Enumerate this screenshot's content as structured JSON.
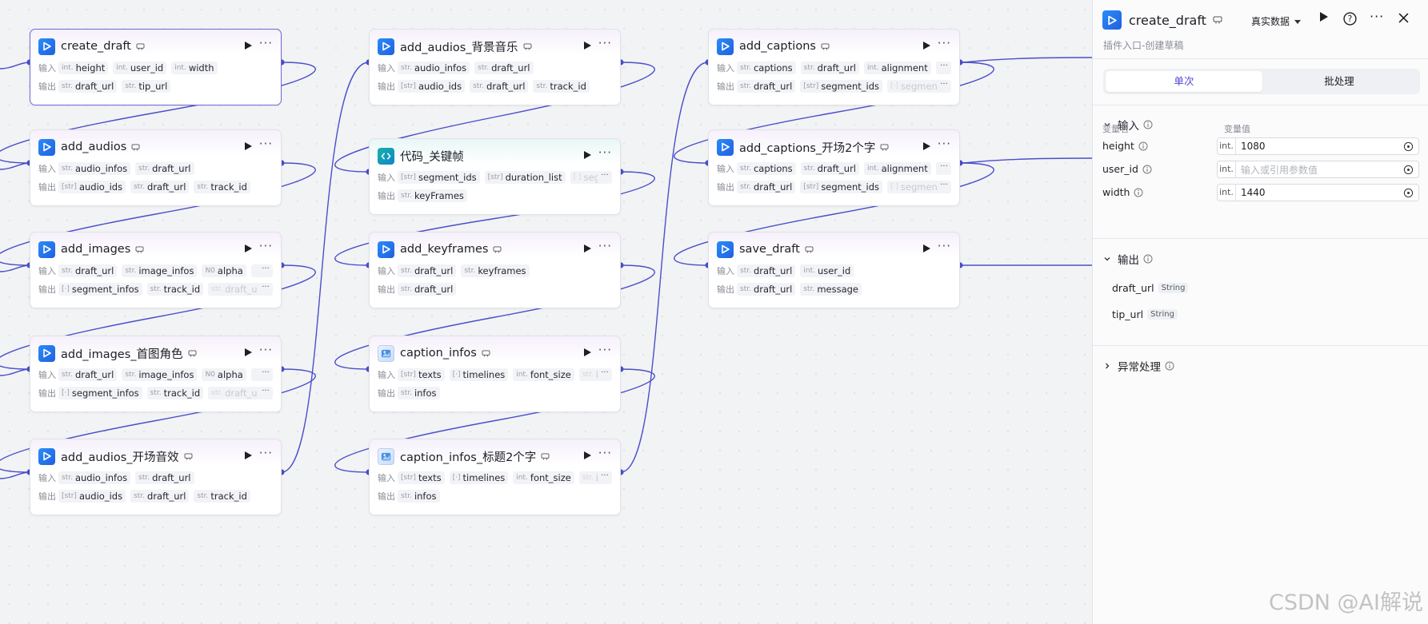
{
  "canvas": {
    "nodes": [
      {
        "id": "n1",
        "title": "create_draft",
        "kind": "plugin",
        "selected": true,
        "inputs": [
          {
            "t": "int.",
            "n": "height"
          },
          {
            "t": "int.",
            "n": "user_id"
          },
          {
            "t": "int.",
            "n": "width"
          }
        ],
        "outputs": [
          {
            "t": "str.",
            "n": "draft_url"
          },
          {
            "t": "str.",
            "n": "tip_url"
          }
        ]
      },
      {
        "id": "n2",
        "title": "add_audios",
        "kind": "plugin",
        "inputs": [
          {
            "t": "str.",
            "n": "audio_infos"
          },
          {
            "t": "str.",
            "n": "draft_url"
          }
        ],
        "outputs": [
          {
            "t": "[str]",
            "n": "audio_ids"
          },
          {
            "t": "str.",
            "n": "draft_url"
          },
          {
            "t": "str.",
            "n": "track_id"
          }
        ]
      },
      {
        "id": "n3",
        "title": "add_images",
        "kind": "plugin",
        "inputs": [
          {
            "t": "str.",
            "n": "draft_url"
          },
          {
            "t": "str.",
            "n": "image_infos"
          },
          {
            "t": "N0",
            "n": "alpha"
          },
          {
            "t": "",
            "n": "",
            "fade": true
          }
        ],
        "outputs": [
          {
            "t": "[·]",
            "n": "segment_infos"
          },
          {
            "t": "str.",
            "n": "track_id"
          },
          {
            "t": "str.",
            "n": "draft_u",
            "fade": true
          }
        ],
        "in_more": true,
        "out_more": true
      },
      {
        "id": "n4",
        "title": "add_images_首图角色",
        "kind": "plugin",
        "inputs": [
          {
            "t": "str.",
            "n": "draft_url"
          },
          {
            "t": "str.",
            "n": "image_infos"
          },
          {
            "t": "N0",
            "n": "alpha"
          },
          {
            "t": "",
            "n": "",
            "fade": true
          }
        ],
        "outputs": [
          {
            "t": "[·]",
            "n": "segment_infos"
          },
          {
            "t": "str.",
            "n": "track_id"
          },
          {
            "t": "str.",
            "n": "draft_u",
            "fade": true
          }
        ],
        "in_more": true,
        "out_more": true
      },
      {
        "id": "n5",
        "title": "add_audios_开场音效",
        "kind": "plugin",
        "inputs": [
          {
            "t": "str.",
            "n": "audio_infos"
          },
          {
            "t": "str.",
            "n": "draft_url"
          }
        ],
        "outputs": [
          {
            "t": "[str]",
            "n": "audio_ids"
          },
          {
            "t": "str.",
            "n": "draft_url"
          },
          {
            "t": "str.",
            "n": "track_id"
          }
        ]
      },
      {
        "id": "n6",
        "title": "add_audios_背景音乐",
        "kind": "plugin",
        "inputs": [
          {
            "t": "str.",
            "n": "audio_infos"
          },
          {
            "t": "str.",
            "n": "draft_url"
          }
        ],
        "outputs": [
          {
            "t": "[str]",
            "n": "audio_ids"
          },
          {
            "t": "str.",
            "n": "draft_url"
          },
          {
            "t": "str.",
            "n": "track_id"
          }
        ]
      },
      {
        "id": "n7",
        "title": "代码_关键帧",
        "kind": "code",
        "inputs": [
          {
            "t": "[str]",
            "n": "segment_ids"
          },
          {
            "t": "[str]",
            "n": "duration_list"
          },
          {
            "t": "[·]",
            "n": "segm",
            "fade": true
          }
        ],
        "outputs": [
          {
            "t": "str.",
            "n": "keyFrames"
          }
        ],
        "in_more": true
      },
      {
        "id": "n8",
        "title": "add_keyframes",
        "kind": "plugin",
        "inputs": [
          {
            "t": "str.",
            "n": "draft_url"
          },
          {
            "t": "str.",
            "n": "keyframes"
          }
        ],
        "outputs": [
          {
            "t": "str.",
            "n": "draft_url"
          }
        ]
      },
      {
        "id": "n9",
        "title": "caption_infos",
        "kind": "image",
        "inputs": [
          {
            "t": "[str]",
            "n": "texts"
          },
          {
            "t": "[·]",
            "n": "timelines"
          },
          {
            "t": "int.",
            "n": "font_size"
          },
          {
            "t": "str.",
            "n": "in",
            "fade": true
          }
        ],
        "outputs": [
          {
            "t": "str.",
            "n": "infos"
          }
        ],
        "in_more": true
      },
      {
        "id": "n10",
        "title": "caption_infos_标题2个字",
        "kind": "image",
        "inputs": [
          {
            "t": "[str]",
            "n": "texts"
          },
          {
            "t": "[·]",
            "n": "timelines"
          },
          {
            "t": "int.",
            "n": "font_size"
          },
          {
            "t": "str.",
            "n": "in",
            "fade": true
          }
        ],
        "outputs": [
          {
            "t": "str.",
            "n": "infos"
          }
        ],
        "in_more": true
      },
      {
        "id": "n11",
        "title": "add_captions",
        "kind": "plugin",
        "inputs": [
          {
            "t": "str.",
            "n": "captions"
          },
          {
            "t": "str.",
            "n": "draft_url"
          },
          {
            "t": "int.",
            "n": "alignment"
          },
          {
            "t": "",
            "n": "",
            "fade": true
          }
        ],
        "outputs": [
          {
            "t": "str.",
            "n": "draft_url"
          },
          {
            "t": "[str]",
            "n": "segment_ids"
          },
          {
            "t": "[·]",
            "n": "segment",
            "fade": true
          }
        ],
        "in_more": true,
        "out_more": true
      },
      {
        "id": "n12",
        "title": "add_captions_开场2个字",
        "kind": "plugin",
        "inputs": [
          {
            "t": "str.",
            "n": "captions"
          },
          {
            "t": "str.",
            "n": "draft_url"
          },
          {
            "t": "int.",
            "n": "alignment"
          },
          {
            "t": "",
            "n": "",
            "fade": true
          }
        ],
        "outputs": [
          {
            "t": "str.",
            "n": "draft_url"
          },
          {
            "t": "[str]",
            "n": "segment_ids"
          },
          {
            "t": "[·]",
            "n": "segment",
            "fade": true
          }
        ],
        "in_more": true,
        "out_more": true
      },
      {
        "id": "n13",
        "title": "save_draft",
        "kind": "plugin",
        "inputs": [
          {
            "t": "str.",
            "n": "draft_url"
          },
          {
            "t": "int.",
            "n": "user_id"
          }
        ],
        "outputs": [
          {
            "t": "str.",
            "n": "draft_url"
          },
          {
            "t": "str.",
            "n": "message"
          }
        ]
      }
    ],
    "io_labels": {
      "input": "输入",
      "output": "输出"
    }
  },
  "panel": {
    "title": "create_draft",
    "subtitle": "插件入口-创建草稿",
    "data_mode": "真实数据",
    "tabs": {
      "single": "单次",
      "batch": "批处理"
    },
    "input_section": "输入",
    "col_name": "变量名",
    "col_value": "变量值",
    "fields": [
      {
        "name": "height",
        "type": "int.",
        "value": "1080",
        "placeholder": ""
      },
      {
        "name": "user_id",
        "type": "int.",
        "value": "",
        "placeholder": "输入或引用参数值"
      },
      {
        "name": "width",
        "type": "int.",
        "value": "1440",
        "placeholder": ""
      }
    ],
    "output_section": "输出",
    "outputs": [
      {
        "name": "draft_url",
        "type": "String"
      },
      {
        "name": "tip_url",
        "type": "String"
      }
    ],
    "error_section": "异常处理"
  },
  "watermark": "CSDN @AI解说",
  "colors": {
    "edge": "#4a4fc8",
    "accent": "#4b44d1",
    "selected_border": "#6d69d6"
  }
}
